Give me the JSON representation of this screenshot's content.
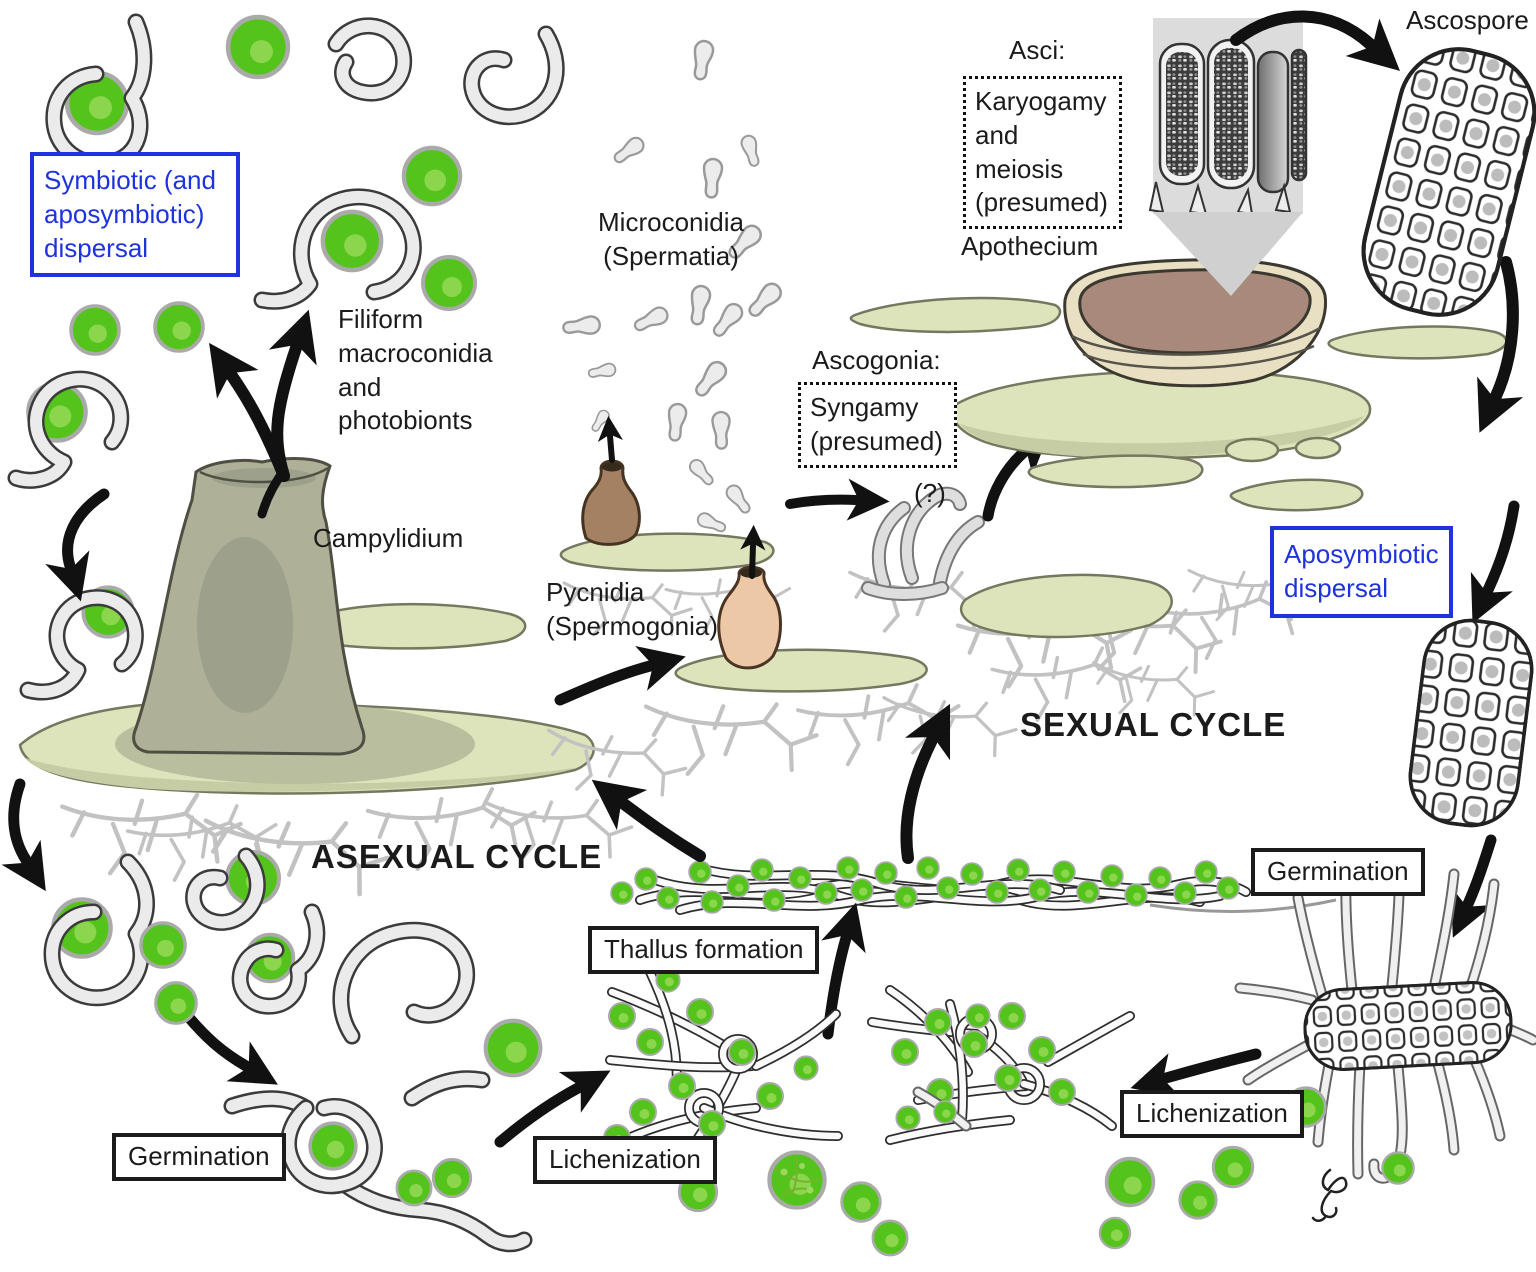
{
  "figure": {
    "cycles": {
      "asexual": "ASEXUAL CYCLE",
      "sexual": "SEXUAL CYCLE"
    },
    "labels": {
      "symbiotic_dispersal": "Symbiotic (and aposymbiotic) dispersal",
      "filiform_macroconidia": "Filiform macroconidia and photobionts",
      "campylidium": "Campylidium",
      "microconidia": "Microconidia (Spermatia)",
      "pycnidia": "Pycnidia (Spermogonia)",
      "ascogonia_heading": "Ascogonia:",
      "ascogonia_process": "Syngamy (presumed)",
      "uncertainty": "(?)",
      "asci_heading": "Asci:",
      "asci_process": "Karyogamy and meiosis (presumed)",
      "apothecium": "Apothecium",
      "ascospore": "Ascospore",
      "aposymbiotic_dispersal": "Aposymbiotic dispersal",
      "germination_sexual": "Germination",
      "lichenization_sexual": "Lichenization",
      "thallus_formation": "Thallus formation",
      "lichenization_asexual": "Lichenization",
      "germination_asexual": "Germination"
    },
    "colors": {
      "dispersal_accent_blue": "#1e33dd",
      "text_black": "#1b1b1b",
      "alga_green": "#54c41c",
      "alga_center_green": "#8bd64d",
      "squamule_green": "#dde3bb",
      "campylidium_gray_green": "#aeb098",
      "pycnidium_brown": "#a58163",
      "pycnidium_tan": "#ecc8a6",
      "apothecium_disc_brown": "#a8897b",
      "apothecium_rim_cream": "#e9dfc3",
      "hypha_gray": "#ebebeb"
    }
  }
}
